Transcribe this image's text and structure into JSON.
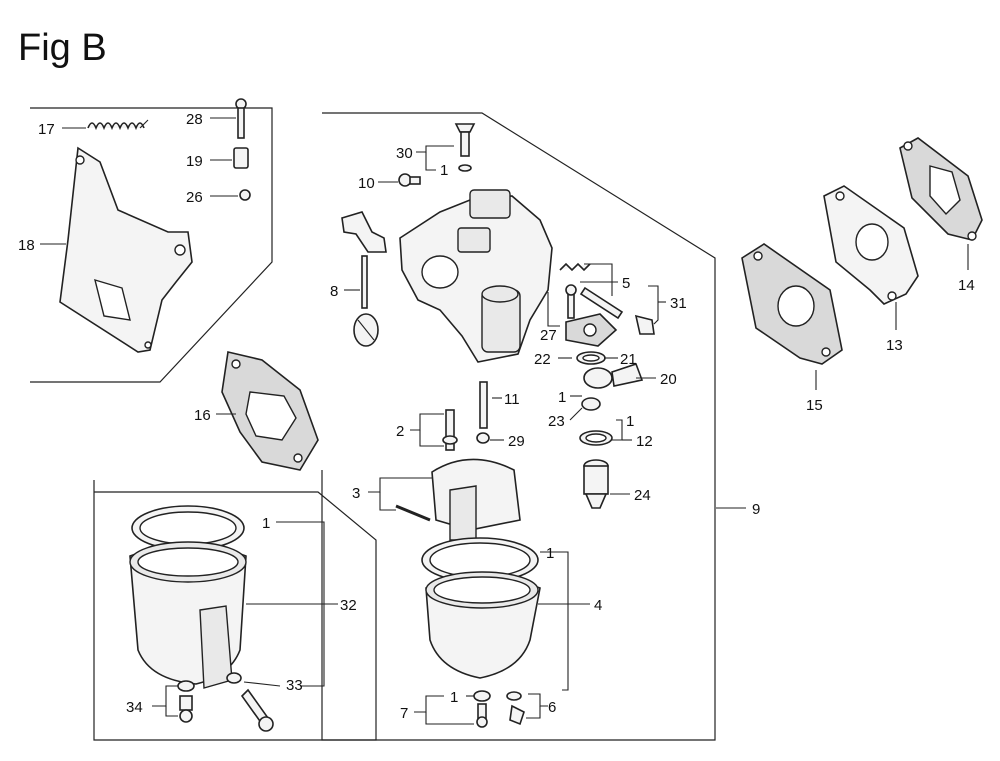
{
  "title": "Fig B",
  "callouts": {
    "c1a": "1",
    "c1b": "1",
    "c1c": "1",
    "c1d": "1",
    "c1e": "1",
    "c1f": "1",
    "c2": "2",
    "c3": "3",
    "c4": "4",
    "c5": "5",
    "c6": "6",
    "c7": "7",
    "c8": "8",
    "c9": "9",
    "c10": "10",
    "c11": "11",
    "c12": "12",
    "c13": "13",
    "c14": "14",
    "c15": "15",
    "c16": "16",
    "c17": "17",
    "c18": "18",
    "c19": "19",
    "c20": "20",
    "c21": "21",
    "c22": "22",
    "c23": "23",
    "c24": "24",
    "c26": "26",
    "c27": "27",
    "c28": "28",
    "c29": "29",
    "c30": "30",
    "c31": "31",
    "c32": "32",
    "c33": "33",
    "c34": "34"
  }
}
